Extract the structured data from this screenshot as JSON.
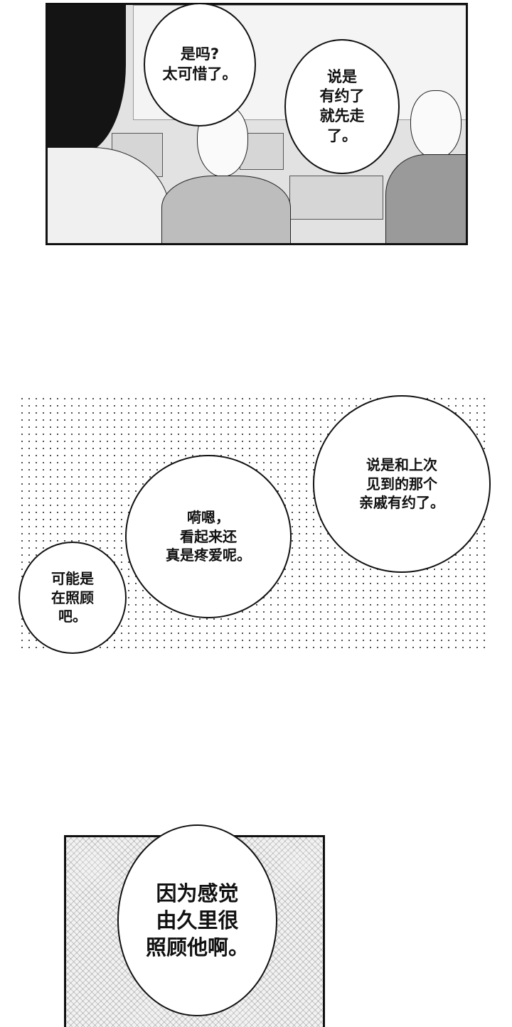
{
  "panels": [
    {
      "id": "panel-1",
      "scene": "cafeteria with tables and chairs; dark-haired figure in foreground left, light-haired young man center, startled curly-haired young man right",
      "bubbles": [
        {
          "text": "是吗?\n太可惜了。"
        },
        {
          "text": "说是\n有约了\n就先走\n了。"
        }
      ]
    },
    {
      "id": "panel-2",
      "scene": "dotted screentone background with three speech bubbles",
      "bubbles": [
        {
          "text": "说是和上次\n见到的那个\n亲戚有约了。"
        },
        {
          "text": "嗬嗯，\n看起来还\n真是疼爱呢。"
        },
        {
          "text": "可能是\n在照顾\n吧。"
        }
      ]
    },
    {
      "id": "panel-3",
      "scene": "crosshatch radial screentone with one large speech bubble",
      "bubbles": [
        {
          "text": "因为感觉\n由久里很\n照顾他啊。"
        }
      ]
    }
  ]
}
